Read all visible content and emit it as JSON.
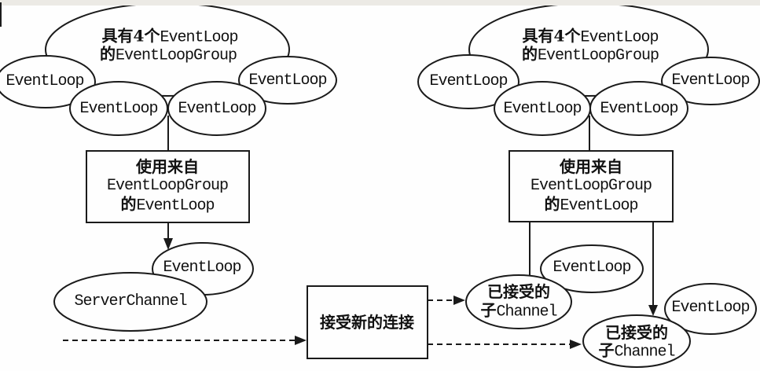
{
  "colors": {
    "stroke": "#1a1a1a",
    "background": "#fefefe",
    "top_band": "#eceae5",
    "text": "#111111"
  },
  "left_diagram": {
    "group_ellipse": {
      "line1_cjk": "具有4个",
      "line1_code": "EventLoop",
      "line2_cjk": "的",
      "line2_code": "EventLoopGroup"
    },
    "event_loops": [
      "EventLoop",
      "EventLoop",
      "EventLoop",
      "EventLoop"
    ],
    "selector_box": {
      "line1": "使用来自",
      "line2": "EventLoopGroup",
      "line3_cjk": "的",
      "line3_code": "EventLoop"
    },
    "bound_event_loop": "EventLoop",
    "server_channel": "ServerChannel"
  },
  "accept_box": {
    "label": "接受新的连接"
  },
  "right_diagram": {
    "group_ellipse": {
      "line1_cjk": "具有4个",
      "line1_code": "EventLoop",
      "line2_cjk": "的",
      "line2_code": "EventLoopGroup"
    },
    "event_loops": [
      "EventLoop",
      "EventLoop",
      "EventLoop",
      "EventLoop"
    ],
    "selector_box": {
      "line1": "使用来自",
      "line2": "EventLoopGroup",
      "line3_cjk": "的",
      "line3_code": "EventLoop"
    },
    "bound_event_loop_1": "EventLoop",
    "bound_event_loop_2": "EventLoop",
    "accepted_child_1": {
      "line1": "已接受的",
      "line2_cjk": "子",
      "line2_code": "Channel"
    },
    "accepted_child_2": {
      "line1": "已接受的",
      "line2_cjk": "子",
      "line2_code": "Channel"
    }
  }
}
